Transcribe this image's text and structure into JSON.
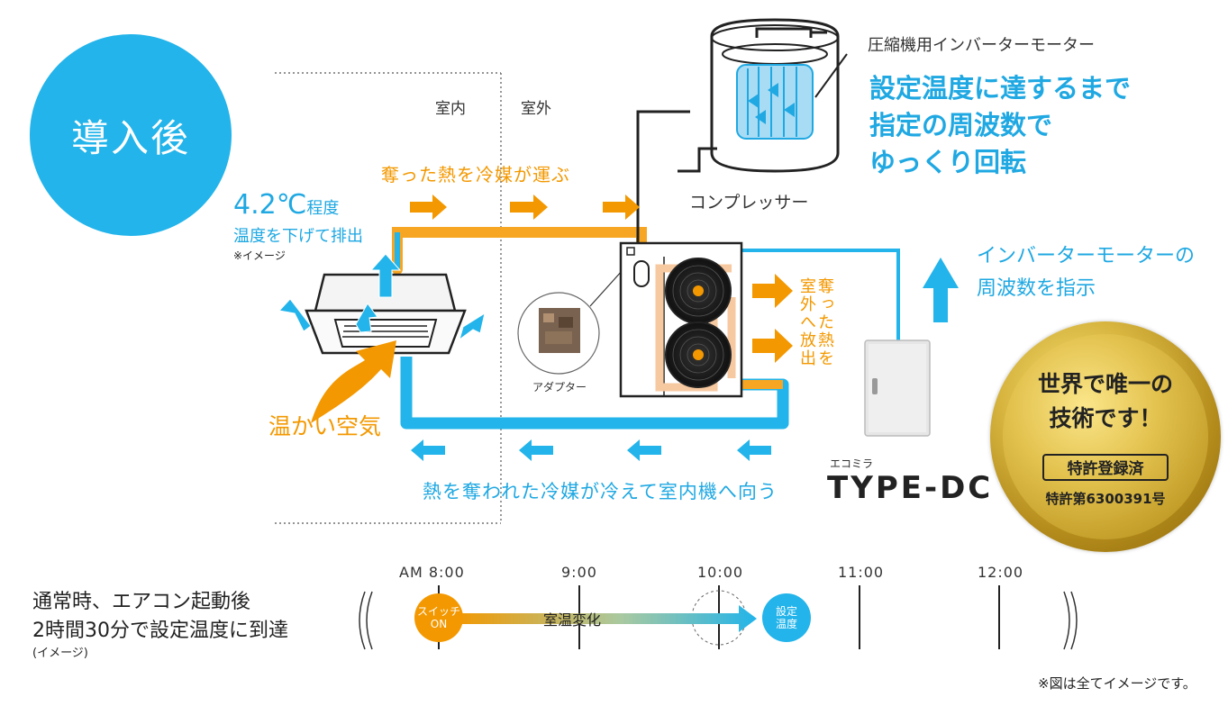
{
  "badge": {
    "text": "導入後"
  },
  "labels": {
    "indoor": "室内",
    "outdoor": "室外",
    "transport": "奪った熱を冷媒が運ぶ",
    "temp_value": "4.2℃",
    "temp_unit": "程度",
    "temp_desc": "温度を下げて排出",
    "temp_note": "※イメージ",
    "warm_air": "温かい空気",
    "adapter": "アダプター",
    "compressor": "コンプレッサー",
    "motor": "圧縮機用インバーターモーター",
    "exhaust": "奪った熱を室外へ放出",
    "return_flow": "熱を奪われた冷媒が冷えて室内機へ向う",
    "inverter_line1": "インバーターモーターの",
    "inverter_line2": "周波数を指示",
    "brand_small": "エコミラ",
    "brand_big": "TYPE-DC"
  },
  "headline": {
    "line1": "設定温度に達するまで",
    "line2": "指定の周波数で",
    "line3": "ゆっくり回転"
  },
  "medal": {
    "line1": "世界で唯一の",
    "line2": "技術です！",
    "patent_label": "特許登録済",
    "patent_number": "特許第6300391号"
  },
  "timeline": {
    "caption_line1": "通常時、エアコン起動後",
    "caption_line2": "2時間30分で設定温度に到達",
    "caption_note": "(イメージ)",
    "times": [
      "AM 8:00",
      "9:00",
      "10:00",
      "11:00",
      "12:00"
    ],
    "start_line1": "スイッチ",
    "start_line2": "ON",
    "change": "室温変化",
    "end_line1": "設定",
    "end_line2": "温度"
  },
  "footnote": "※図は全てイメージです。",
  "colors": {
    "blue": "#22b4ea",
    "orange": "#f39800",
    "gold": "#d4b13e"
  }
}
